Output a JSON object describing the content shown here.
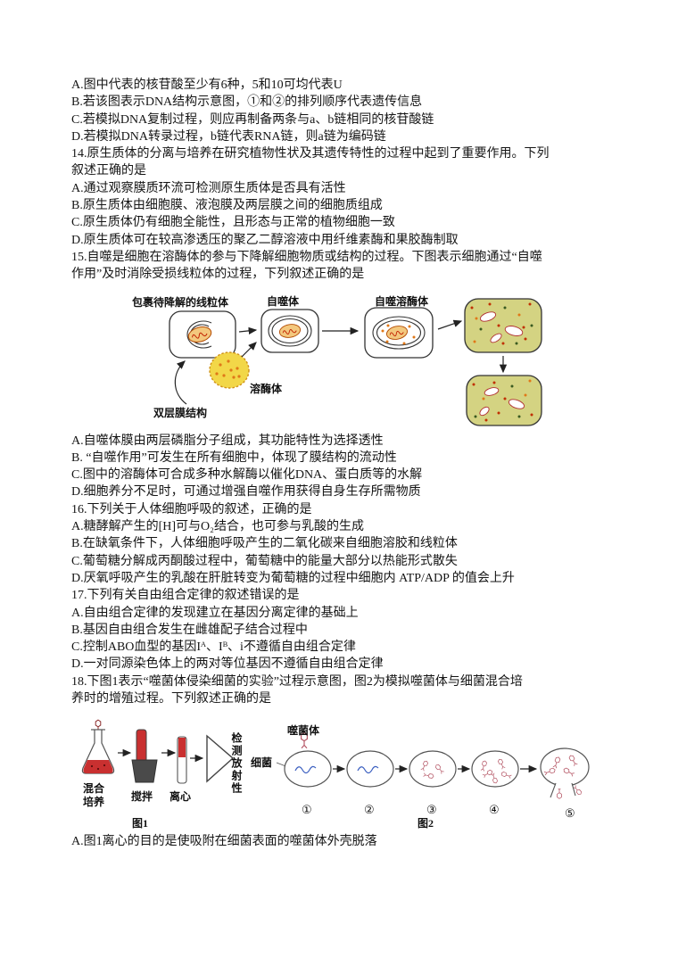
{
  "doc": {
    "lines": [
      "A.图中代表的核苷酸至少有6种，5和10可均代表U",
      "B.若该图表示DNA结构示意图，①和②的排列顺序代表遗传信息",
      "C.若模拟DNA复制过程，则应再制备两条与a、b链相同的核苷酸链",
      "D.若模拟DNA转录过程，b链代表RNA链，则a链为编码链",
      "14.原生质体的分离与培养在研究植物性状及其遗传特性的过程中起到了重要作用。下列",
      "叙述正确的是",
      "A.通过观察膜质环流可检测原生质体是否具有活性",
      "B.原生质体由细胞膜、液泡膜及两层膜之间的细胞质组成",
      "C.原生质体仍有细胞全能性，且形态与正常的植物细胞一致",
      "D.原生质体可在较高渗透压的聚乙二醇溶液中用纤维素酶和果胶酶制取",
      "15.自噬是细胞在溶酶体的参与下降解细胞物质或结构的过程。下图表示细胞通过“自噬",
      "作用”及时消除受损线粒体的过程，下列叙述正确的是",
      "A.自噬体膜由两层磷脂分子组成，其功能特性为选择透性",
      "B. “自噬作用”可发生在所有细胞中，体现了膜结构的流动性",
      "C.图中的溶酶体可合成多种水解酶以催化DNA、蛋白质等的水解",
      "D.细胞养分不足时，可通过增强自噬作用获得自身生存所需物质",
      "16.下列关于人体细胞呼吸的叙述，正确的是",
      "A.糖酵解产生的[H]可与O₂结合，也可参与乳酸的生成",
      "B.在缺氧条件下，人体细胞呼吸产生的二氧化碳来自细胞溶胶和线粒体",
      "C.葡萄糖分解成丙酮酸过程中，葡萄糖中的能量大部分以热能形式散失",
      "D.厌氧呼吸产生的乳酸在肝脏转变为葡萄糖的过程中细胞内 ATP/ADP 的值会上升",
      "17.下列有关自由组合定律的叙述错误的是",
      "A.自由组合定律的发现建立在基因分离定律的基础上",
      "B.基因自由组合发生在雌雄配子结合过程中",
      "C.控制ABO血型的基因Iᴬ、Iᴮ、i不遵循自由组合定律",
      "D.一对同源染色体上的两对等位基因不遵循自由组合定律",
      "18.下图1表示“噬菌体侵染细菌的实验”过程示意图，图2为模拟噬菌体与细菌混合培",
      "养时的增殖过程。下列叙述正确的是",
      "A.图1离心的目的是使吸附在细菌表面的噬菌体外壳脱落"
    ]
  },
  "d1": {
    "labels": {
      "wrap": "包裹待降解的线粒体",
      "autophagosome": "自噬体",
      "autolysosome": "自噬溶酶体",
      "lysosome": "溶酶体",
      "double_membrane": "双层膜结构"
    }
  },
  "d2": {
    "labels": {
      "mixed_culture": "混合培养",
      "stir": "搅拌",
      "centrifuge": "离心",
      "detect": "检测放射性",
      "phage": "噬菌体",
      "bacteria": "细菌",
      "fig1": "图1",
      "fig2": "图2",
      "steps": [
        "①",
        "②",
        "③",
        "④",
        "⑤"
      ]
    }
  },
  "colors": {
    "liquid_red": "#c93030",
    "lysosome_yellow": "#f2d748",
    "cytoplasm_green": "#d4d382",
    "mito_orange": "#f3c87e"
  }
}
